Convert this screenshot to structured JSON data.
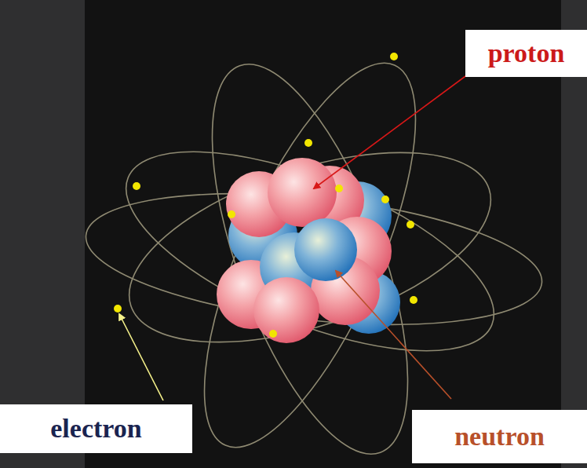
{
  "diagram": {
    "nodes": [
      {
        "text": [
          "proton"
        ]
      },
      {
        "text": [
          "electron"
        ]
      },
      {
        "text": [
          "neutron"
        ]
      }
    ]
  }
}
